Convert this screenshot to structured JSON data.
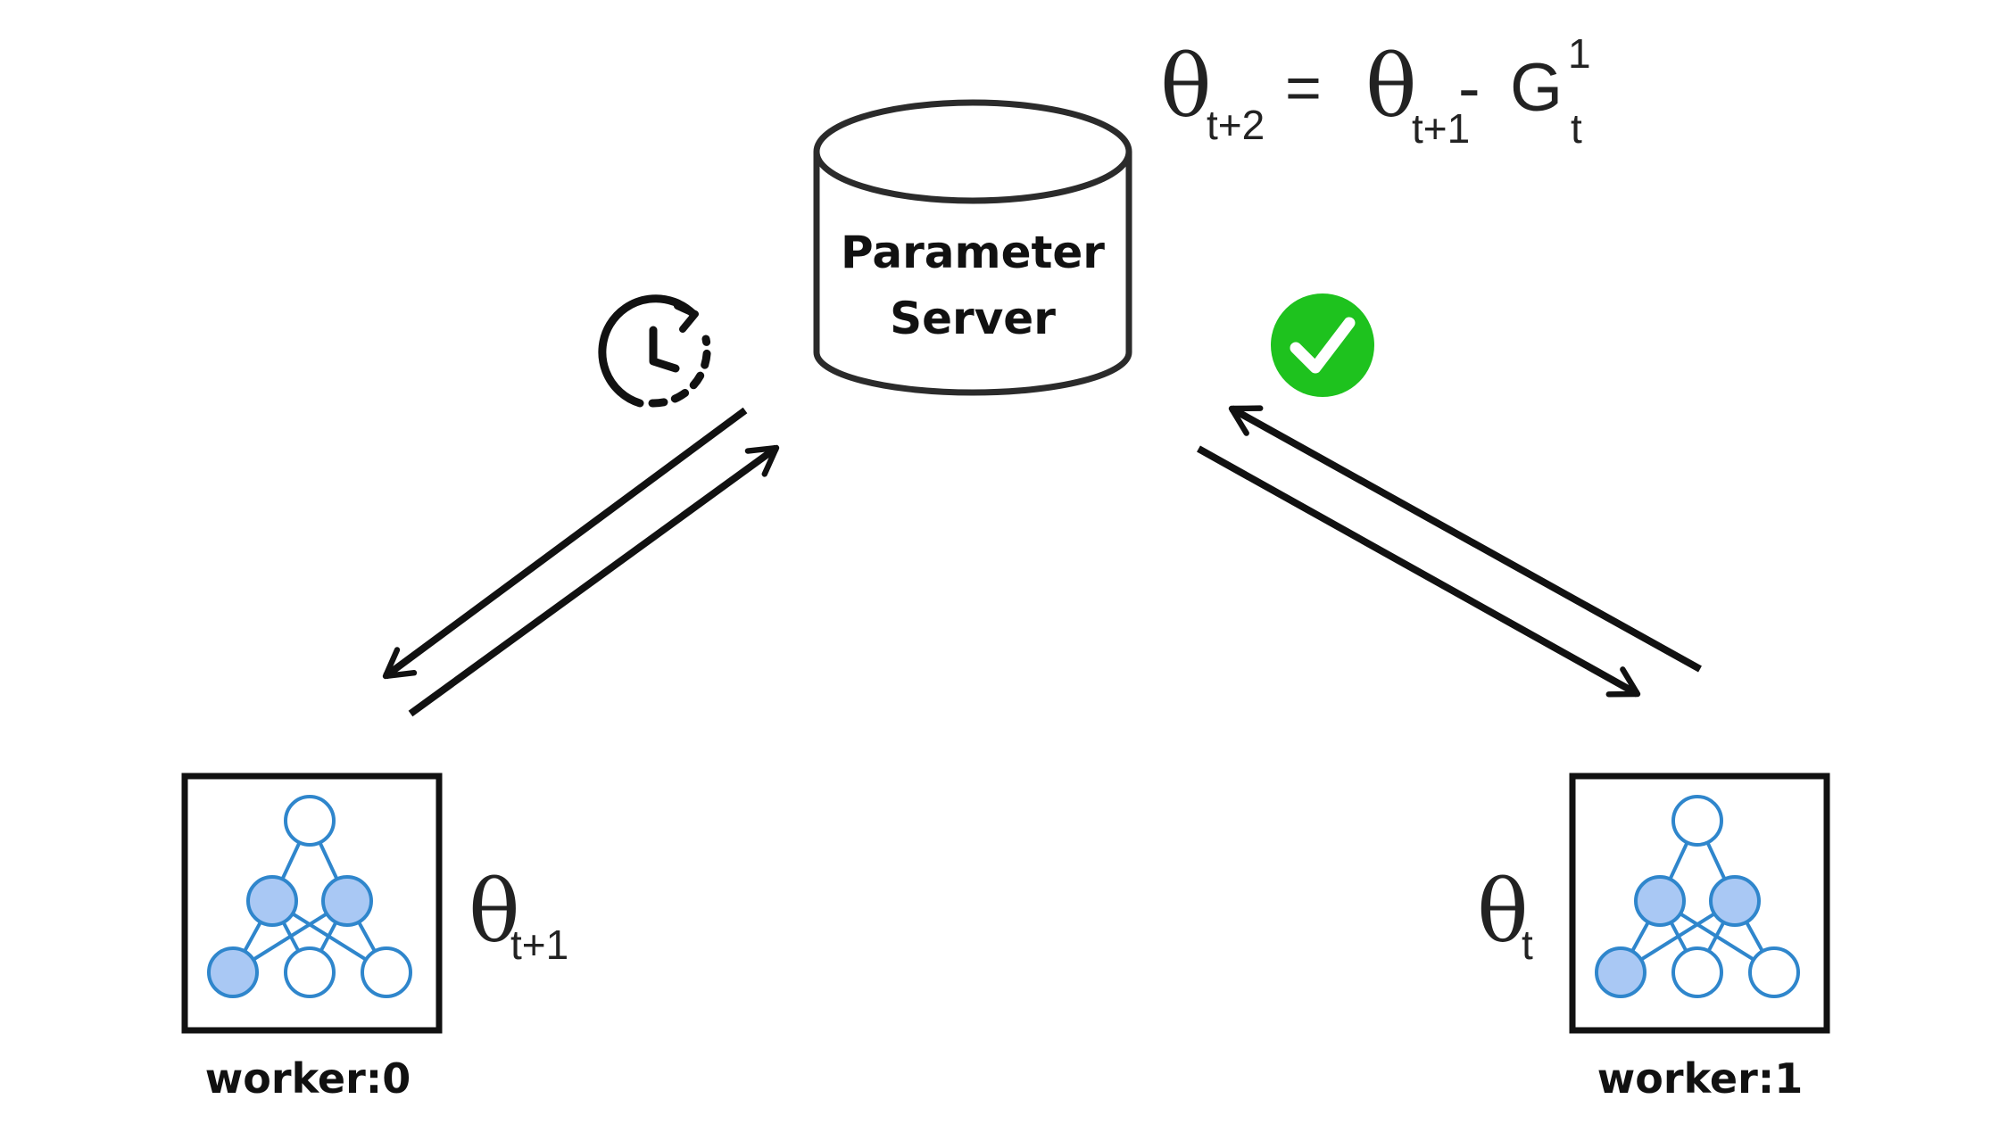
{
  "server": {
    "label_line1": "Parameter",
    "label_line2": "Server"
  },
  "equation": {
    "lhs_symbol": "θ",
    "lhs_sub": "t+2",
    "equals": "=",
    "rhs_symbol": "θ",
    "rhs_sub": "t+1",
    "minus": "-",
    "g_symbol": "G",
    "g_sup": "1",
    "g_sub": "t"
  },
  "worker0": {
    "label": "worker:0",
    "param_symbol": "θ",
    "param_sub": "t+1"
  },
  "worker1": {
    "label": "worker:1",
    "param_symbol": "θ",
    "param_sub": "t"
  },
  "status": {
    "pending_icon": "clock-refresh-icon",
    "done_icon": "check-circle-icon",
    "done_color": "#1ec21e"
  },
  "colors": {
    "node_fill": "#a9c8f4",
    "node_stroke": "#2f86cc",
    "line": "#111111"
  }
}
